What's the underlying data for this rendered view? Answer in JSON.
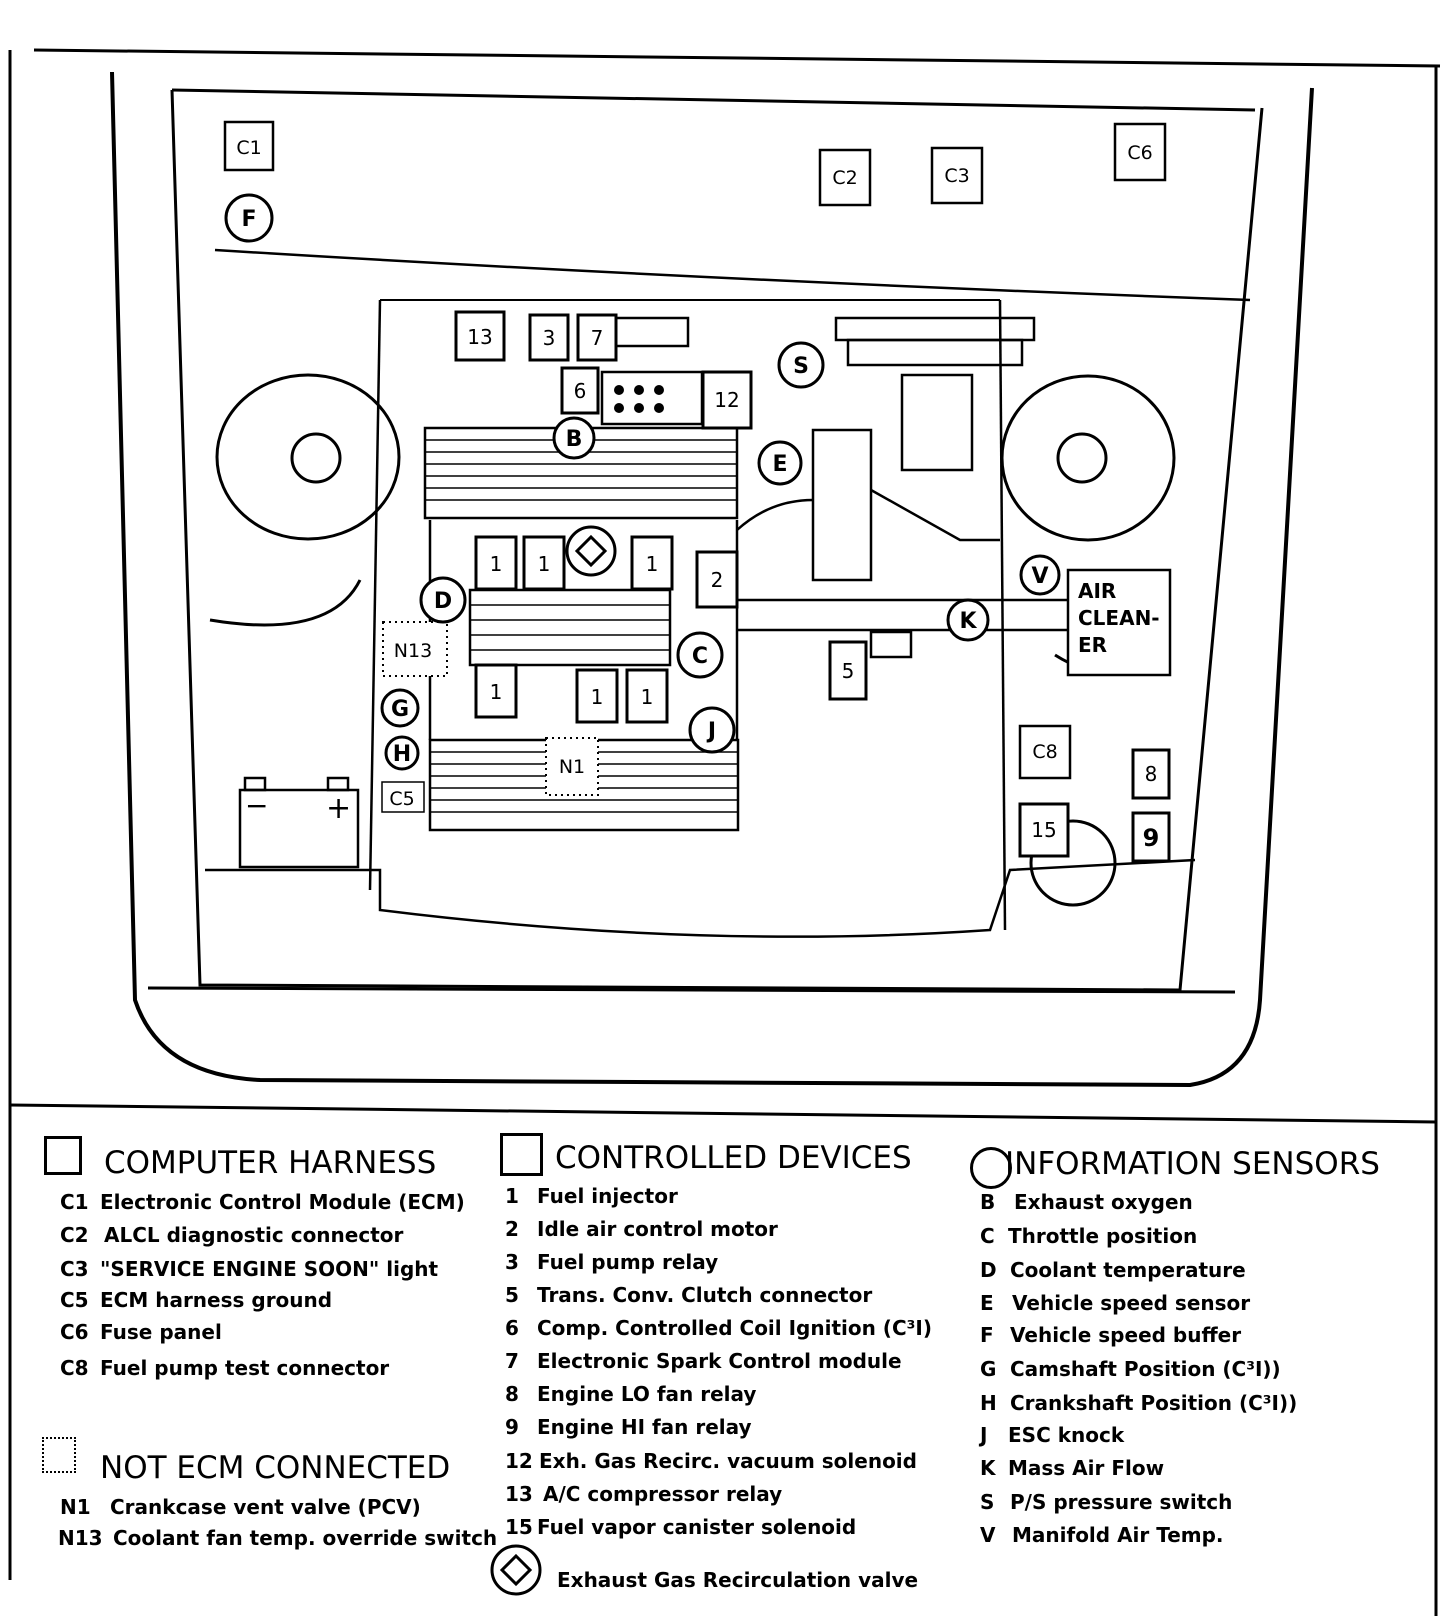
{
  "diagram": {
    "harness_boxes": [
      "C1",
      "C2",
      "C3",
      "C6",
      "C5",
      "C8"
    ],
    "device_boxes": [
      "13",
      "3",
      "7",
      "6",
      "12",
      "1",
      "1",
      "1",
      "2",
      "1",
      "1",
      "1",
      "5",
      "8",
      "9",
      "15"
    ],
    "sensor_circles": [
      "F",
      "S",
      "B",
      "E",
      "D",
      "C",
      "G",
      "H",
      "J",
      "K",
      "V"
    ],
    "not_ecm_boxes": [
      "N13",
      "N1"
    ],
    "air_cleaner_label": [
      "AIR",
      "CLEAN-",
      "ER"
    ],
    "battery_terms": [
      "−",
      "+"
    ]
  },
  "legend": {
    "computer_harness": {
      "title": "COMPUTER HARNESS",
      "items": [
        {
          "code": "C1",
          "text": "Electronic Control Module (ECM)"
        },
        {
          "code": "C2",
          "text": "ALCL diagnostic connector"
        },
        {
          "code": "C3",
          "text": "\"SERVICE ENGINE SOON\" light"
        },
        {
          "code": "C5",
          "text": "ECM harness ground"
        },
        {
          "code": "C6",
          "text": "Fuse panel"
        },
        {
          "code": "C8",
          "text": "Fuel pump test connector"
        }
      ]
    },
    "not_ecm": {
      "title": "NOT ECM CONNECTED",
      "items": [
        {
          "code": "N1",
          "text": "Crankcase vent valve (PCV)"
        },
        {
          "code": "N13",
          "text": "Coolant fan temp. override switch"
        }
      ]
    },
    "controlled_devices": {
      "title": "CONTROLLED DEVICES",
      "items": [
        {
          "code": "1",
          "text": "Fuel injector"
        },
        {
          "code": "2",
          "text": "Idle air control motor"
        },
        {
          "code": "3",
          "text": "Fuel pump relay"
        },
        {
          "code": "5",
          "text": "Trans. Conv. Clutch connector"
        },
        {
          "code": "6",
          "text": "Comp. Controlled Coil Ignition (C³I)"
        },
        {
          "code": "7",
          "text": "Electronic Spark Control module"
        },
        {
          "code": "8",
          "text": "Engine LO fan relay"
        },
        {
          "code": "9",
          "text": "Engine HI fan relay"
        },
        {
          "code": "12",
          "text": "Exh. Gas Recirc. vacuum solenoid"
        },
        {
          "code": "13",
          "text": "A/C compressor relay"
        },
        {
          "code": "15",
          "text": "Fuel vapor canister solenoid"
        }
      ],
      "egr_text": "Exhaust Gas Recirculation valve"
    },
    "information_sensors": {
      "title": "INFORMATION SENSORS",
      "items": [
        {
          "code": "B",
          "text": "Exhaust oxygen"
        },
        {
          "code": "C",
          "text": "Throttle position"
        },
        {
          "code": "D",
          "text": "Coolant temperature"
        },
        {
          "code": "E",
          "text": "Vehicle  speed sensor"
        },
        {
          "code": "F",
          "text": "Vehicle speed buffer"
        },
        {
          "code": "G",
          "text": "Camshaft Position (C³I))"
        },
        {
          "code": "H",
          "text": "Crankshaft Position (C³I))"
        },
        {
          "code": "J",
          "text": "ESC knock"
        },
        {
          "code": "K",
          "text": "Mass Air Flow"
        },
        {
          "code": "S",
          "text": "P/S pressure switch"
        },
        {
          "code": "V",
          "text": "Manifold  Air Temp."
        }
      ]
    }
  }
}
